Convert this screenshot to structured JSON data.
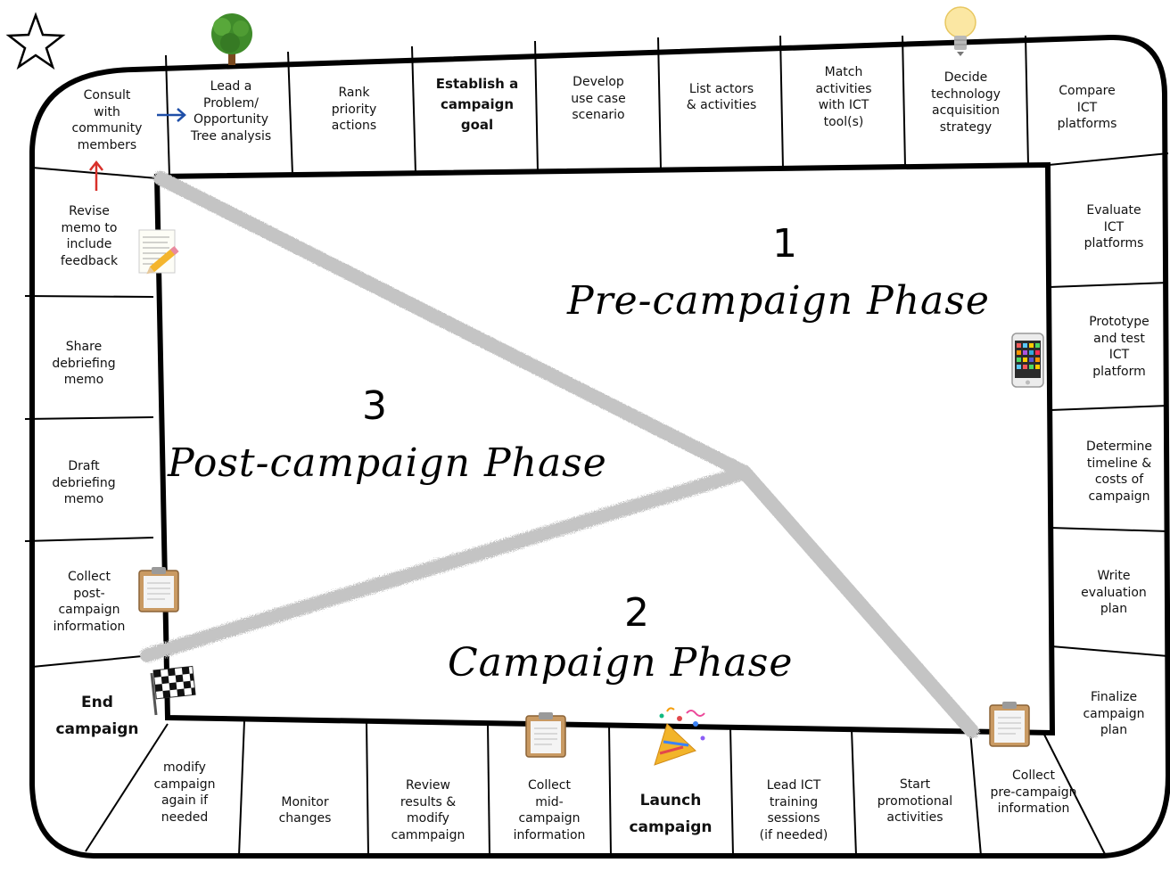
{
  "colors": {
    "board_outline": "#000000",
    "path": "#c4c4c4",
    "arrow_blue": "#1f4fa8",
    "arrow_red": "#d8302a"
  },
  "phases": {
    "pre": {
      "number": "1",
      "label": "Pre-campaign Phase"
    },
    "campaign": {
      "number": "2",
      "label": "Campaign Phase"
    },
    "post": {
      "number": "3",
      "label": "Post-campaign Phase"
    }
  },
  "top_row": [
    "Consult\nwith\ncommunity\nmembers",
    "Lead a\nProblem/\nOpportunity\nTree analysis",
    "Rank\npriority\nactions",
    "Establish a\ncampaign\ngoal",
    "Develop\nuse case\nscenario",
    "List actors\n& activities",
    "Match\nactivities\nwith ICT\ntool(s)",
    "Decide\ntechnology\nacquisition\nstrategy",
    "Compare\nICT\nplatforms"
  ],
  "right_column": [
    "Evaluate\nICT\nplatforms",
    "Prototype\nand test\nICT\nplatform",
    "Determine\ntimeline &\ncosts of\ncampaign",
    "Write\nevaluation\nplan",
    "Finalize\ncampaign\nplan"
  ],
  "bottom_row": [
    "Collect\npre-campaign\ninformation",
    "Start\npromotional\nactivities",
    "Lead ICT\ntraining\nsessions\n(if needed)",
    "Launch\ncampaign",
    "Collect\nmid-\ncampaign\ninformation",
    "Review\nresults &\nmodify\ncammpaign",
    "Monitor\nchanges",
    "modify\ncampaign\nagain if\nneeded",
    "End\ncampaign"
  ],
  "left_column": [
    "Revise\nmemo to\ninclude\nfeedback",
    "Share\ndebriefing\nmemo",
    "Draft\ndebriefing\nmemo",
    "Collect\npost-\ncampaign\ninformation"
  ],
  "icons": [
    "star-outline-icon",
    "tree-icon",
    "lightbulb-icon",
    "memo-pencil-icon",
    "smartphone-icon",
    "clipboard-icon",
    "party-popper-icon",
    "checkered-flag-icon"
  ]
}
